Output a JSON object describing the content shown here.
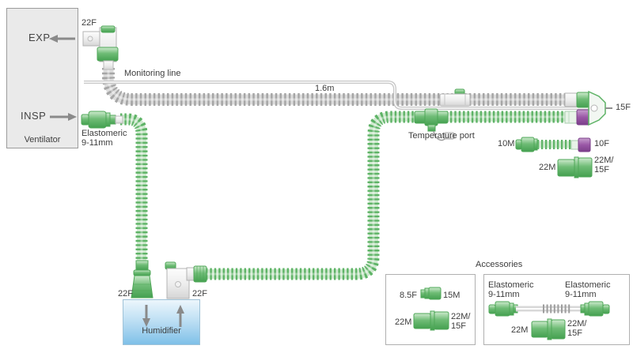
{
  "diagram": {
    "ventilator": {
      "name": "Ventilator",
      "exp": "EXP",
      "insp": "INSP",
      "exp_port": "22F",
      "insp_connector_line1": "Elastomeric",
      "insp_connector_line2": "9-11mm"
    },
    "circuit": {
      "monitoring_line": "Monitoring line",
      "length": "1.6m",
      "temperature_port": "Temperature port",
      "patient_port": "15F"
    },
    "adapters": {
      "a10m": "10M",
      "a10f": "10F",
      "a22m": "22M",
      "a22m15f_1": "22M/",
      "a22m15f_2": "15F"
    },
    "humidifier": {
      "name": "Humidifier",
      "inlet": "22F",
      "outlet": "22F"
    },
    "accessories": {
      "title": "Accessories",
      "box1": {
        "item1_left": "8.5F",
        "item1_right": "15M",
        "item2_left": "22M",
        "item2_right1": "22M/",
        "item2_right2": "15F"
      },
      "box2": {
        "conn_left1": "Elastomeric",
        "conn_left2": "9-11mm",
        "conn_right1": "Elastomeric",
        "conn_right2": "9-11mm",
        "item_left": "22M",
        "item_right1": "22M/",
        "item_right2": "15F"
      }
    }
  },
  "colors": {
    "green": "#5cb264",
    "tube_gray": "#a6a6a6",
    "purple": "#8d4f9b",
    "humidifier_blue": "#7fc0e8"
  }
}
